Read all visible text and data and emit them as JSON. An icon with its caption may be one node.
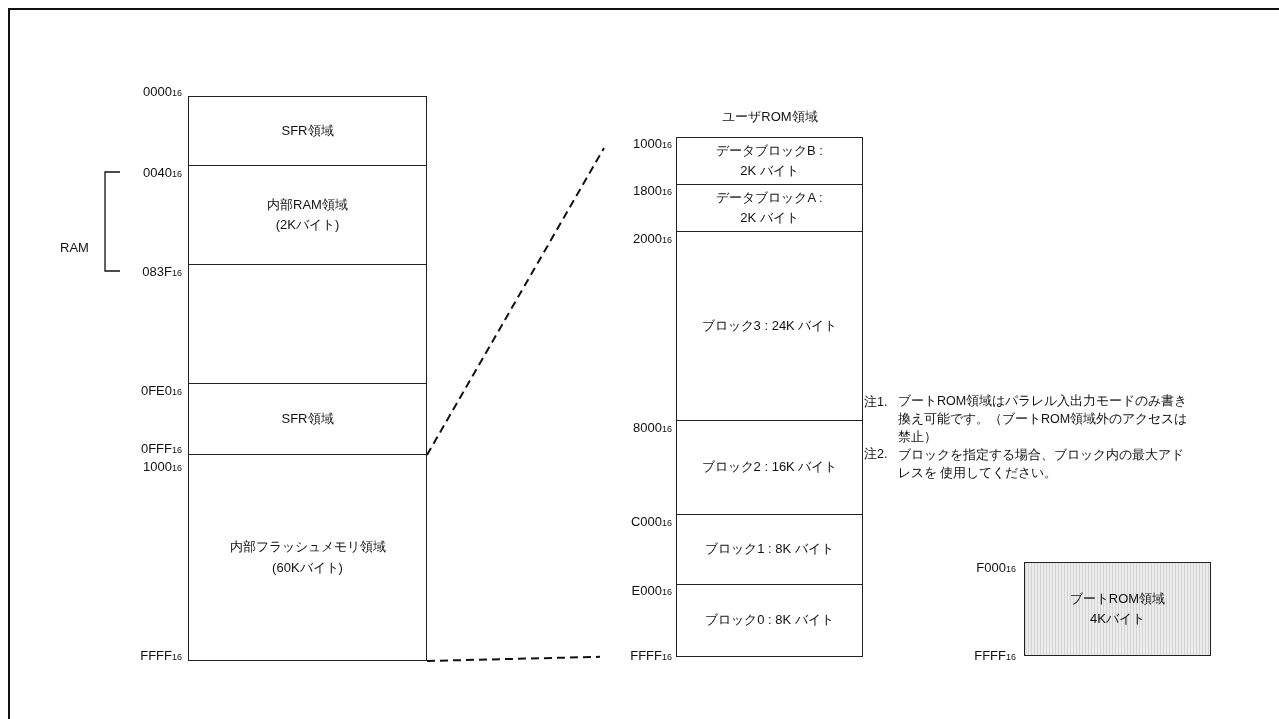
{
  "diagram": {
    "nodes": [
      {
        "text": [
          "SFR領域"
        ]
      },
      {
        "text": [
          "内部RAM領域",
          "(2Kバイト)"
        ]
      },
      {
        "text": [],
        "shape": "box"
      },
      {
        "text": [
          "SFR領域"
        ]
      },
      {
        "text": [
          "内部フラッシュメモリ領域",
          "(60Kバイト)"
        ]
      },
      {
        "text": [
          "1000$_{16}$"
        ]
      },
      {
        "text": [
          "データブロックB :",
          "2K バイト"
        ]
      },
      {
        "text": [
          "データブロックA :",
          "2K バイト"
        ]
      },
      {
        "text": [
          "ブロック3 : 24K バイト"
        ]
      },
      {
        "text": [
          "ブロック2 : 16K バイト"
        ]
      },
      {
        "text": [
          "ブロック1 : 8K バイト"
        ]
      },
      {
        "text": [
          "ブロック0 : 8K バイト"
        ]
      },
      {
        "text": [
          "FFFF$_{16}$"
        ]
      },
      {
        "text": [
          "ブートROM領域",
          "4Kバイト"
        ]
      }
    ],
    "edges": [
      {
        "from": 4,
        "to": 5,
        "arrow": "none",
        "style": "dashed"
      },
      {
        "from": 4,
        "to": 12,
        "arrow": "none",
        "style": "dashed"
      }
    ],
    "labels": [
      "0000$_{16}$",
      "0040$_{16}$",
      "RAM",
      "083F$_{16}$",
      "0FE0$_{16}$",
      "0FFF$_{16}$",
      "1000$_{16}$",
      "FFFF$_{16}$",
      "ユーザROM領域",
      "1800$_{16}$",
      "2000$_{16}$",
      "8000$_{16}$",
      "C000$_{16}$",
      "E000$_{16}$",
      "注1.",
      "ブートROM領域はパラレル入出力モードのみ書き換え可能です。（ブートROM領域外のアクセスは禁止）",
      "注2.",
      "ブロックを指定する場合、ブロック内の最大アドレスを 使用してください。",
      "F000$_{16}$",
      "FFFF$_{16}$"
    ]
  }
}
